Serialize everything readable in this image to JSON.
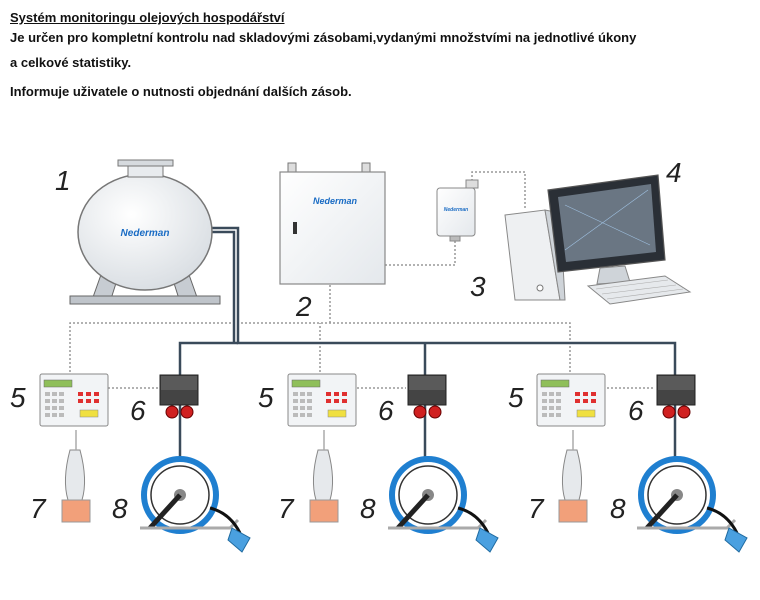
{
  "header": {
    "title": "Systém monitoringu olejových hospodářství",
    "line1": "Je určen pro kompletní kontrolu nad skladovými zásobami,vydanými množstvími na jednotlivé úkony",
    "line2": "a celkové statistiky.",
    "line3": "Informuje uživatele o nutnosti objednání dalších zásob."
  },
  "brand": "Nederman",
  "labels": {
    "tank": "1",
    "cabinet": "2",
    "wireless": "3",
    "computer": "4",
    "keypad": "5",
    "valve": "6",
    "scanner": "7",
    "reel": "8"
  },
  "colors": {
    "pipe": "#3a4a5a",
    "brand": "#1a6cc4",
    "reel_ring": "#1f7fd0"
  }
}
